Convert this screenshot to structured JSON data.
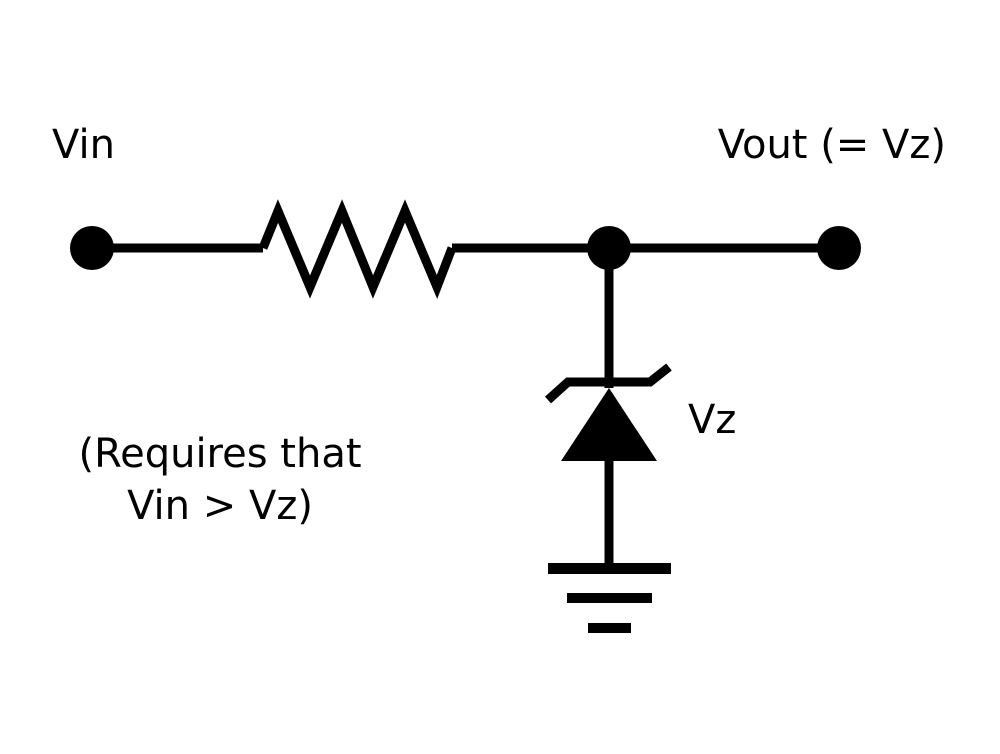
{
  "labels": {
    "vin": "Vin",
    "vout": "Vout (= Vz)",
    "vz": "Vz",
    "note_line1": "(Requires that",
    "note_line2": "Vin > Vz)"
  },
  "colors": {
    "ink": "#000000",
    "background": "#ffffff"
  }
}
